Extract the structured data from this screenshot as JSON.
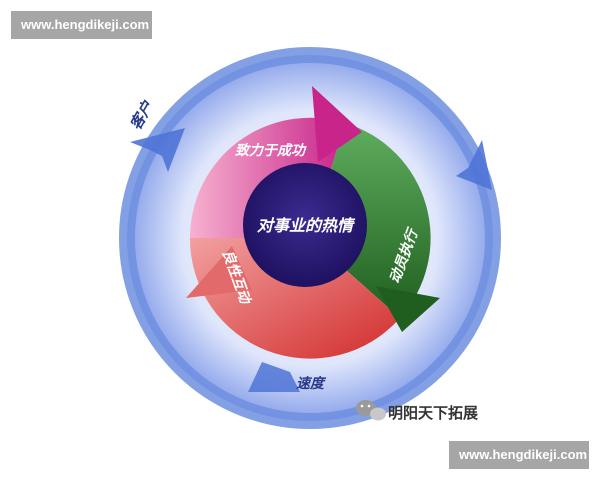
{
  "watermark": {
    "top": "www.hengdikeji.com",
    "bottom": "www.hengdikeji.com"
  },
  "diagram": {
    "center": "对事业的热情",
    "inner_top": "致力于成功",
    "inner_right": "动员执行",
    "inner_left": "良性互动",
    "outer_left": "客户",
    "outer_bottom": "速度"
  },
  "badge": {
    "icon": "wechat-icon",
    "text": "明阳天下拓展"
  },
  "colors": {
    "outer_ring": "#6f8fe0",
    "pink": "#e0549f",
    "green": "#2e7d2e",
    "red": "#e04848",
    "center": "#2a1a6e"
  }
}
